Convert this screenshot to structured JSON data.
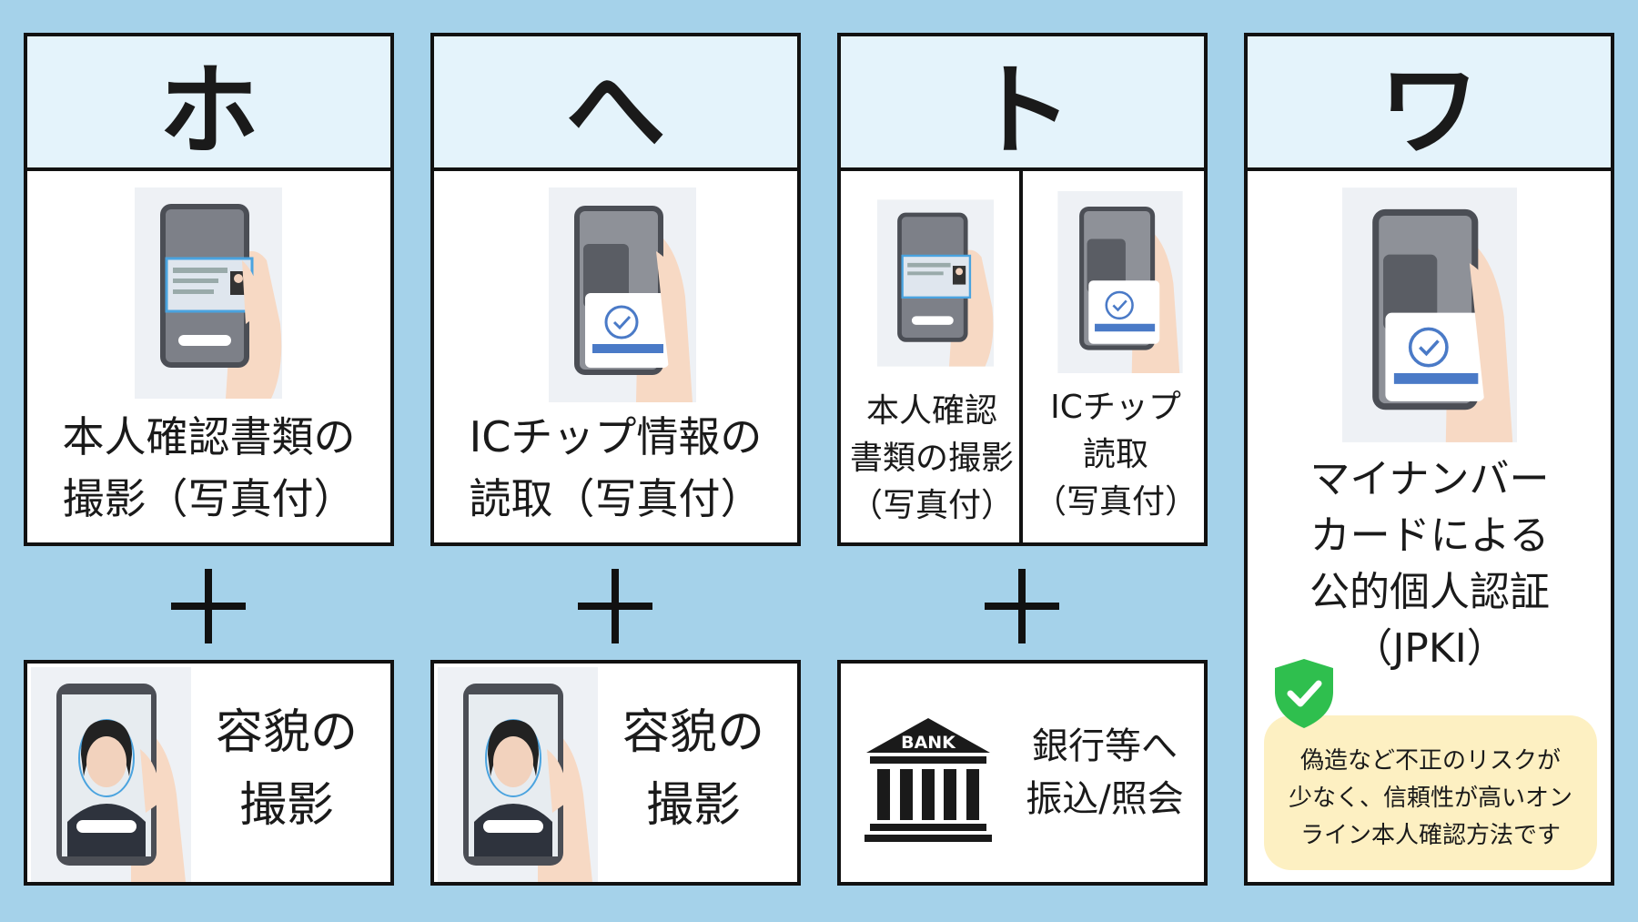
{
  "columns": [
    {
      "label": "ホ",
      "step1_text": [
        "本人確認書類の",
        "撮影（写真付）"
      ],
      "step2_text": [
        "容貌の",
        "撮影"
      ]
    },
    {
      "label": "へ",
      "step1_text": [
        "ICチップ情報の",
        "読取（写真付）"
      ],
      "step2_text": [
        "容貌の",
        "撮影"
      ]
    },
    {
      "label": "ト",
      "step1_left_text": [
        "本人確認",
        "書類の撮影",
        "（写真付）"
      ],
      "step1_right_text": [
        "ICチップ",
        "読取",
        "（写真付）"
      ],
      "step2_text": [
        "銀行等へ",
        "振込/照会"
      ],
      "bank_label": "BANK"
    },
    {
      "label": "ワ",
      "main_text": [
        "マイナンバー",
        "カードによる",
        "公的個人認証",
        "（JPKI）"
      ],
      "note_text": [
        "偽造など不正のリスクが",
        "少なく、信頼性が高いオン",
        "ライン本人確認方法です"
      ]
    }
  ],
  "icons": {
    "shield": "shield-check-icon",
    "bank": "bank-icon",
    "plus": "plus-icon"
  },
  "colors": {
    "background": "#a5d2ea",
    "header": "#e4f3fb",
    "note": "#fdf0c2",
    "shield": "#2fbf4e",
    "button": "#4a7ac7"
  }
}
